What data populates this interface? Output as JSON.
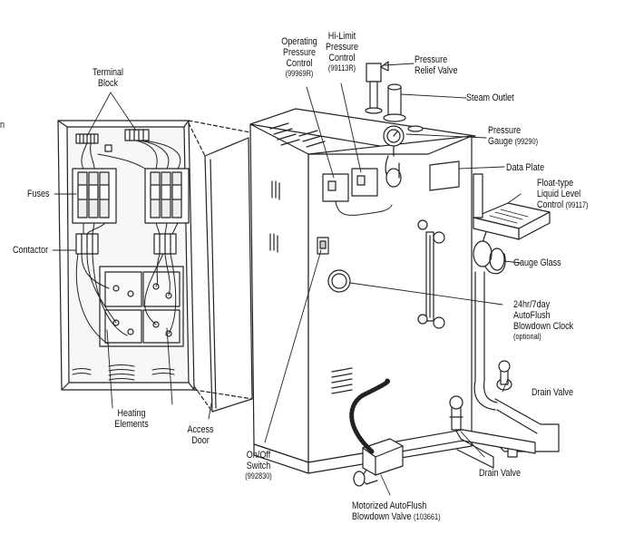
{
  "labels": {
    "operating_pressure_control": {
      "line1": "Operating",
      "line2": "Pressure",
      "line3": "Control",
      "part": "(99969R)"
    },
    "hi_limit_pressure_control": {
      "line1": "Hi-Limit",
      "line2": "Pressure",
      "line3": "Control",
      "part": "(99113R)"
    },
    "pressure_relief_valve": {
      "line1": "Pressure",
      "line2": "Relief Valve"
    },
    "terminal_block": {
      "line1": "Terminal",
      "line2": "Block"
    },
    "steam_outlet": {
      "line1": "Steam Outlet"
    },
    "pressure_gauge": {
      "line1": "Pressure",
      "line2": "Gauge",
      "part": "(99290)"
    },
    "data_plate": {
      "line1": "Data Plate"
    },
    "float_type_level_control": {
      "line1": "Float-type",
      "line2": "Liquid Level",
      "line3": "Control",
      "part": "(99117)"
    },
    "fuses": {
      "line1": "Fuses"
    },
    "contactor": {
      "line1": "Contactor"
    },
    "gauge_glass": {
      "line1": "Gauge Glass"
    },
    "blowdown_clock": {
      "line1": "24hr/7day",
      "line2": "AutoFlush",
      "line3": "Blowdown Clock",
      "note": "(optional)"
    },
    "drain_valve_right": {
      "line1": "Drain Valve"
    },
    "heating_elements": {
      "line1": "Heating",
      "line2": "Elements"
    },
    "access_door": {
      "line1": "Access",
      "line2": "Door"
    },
    "on_off_switch": {
      "line1": "On/Off",
      "line2": "Switch",
      "part": "(992830)"
    },
    "drain_valve_bottom": {
      "line1": "Drain Valve"
    },
    "motorized_blowdown_valve": {
      "line1": "Motorized AutoFlush",
      "line2": "Blowdown Valve",
      "part": "(103661)"
    },
    "edge_fragment": {
      "line1": "n"
    }
  }
}
